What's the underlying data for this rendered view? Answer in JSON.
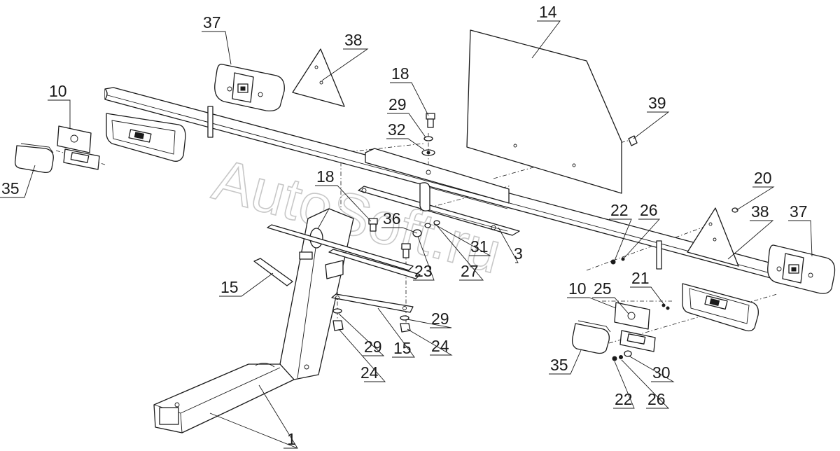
{
  "watermark": "AutoSoft.ru",
  "callouts": {
    "c37a": "37",
    "c38a": "38",
    "c14": "14",
    "c10a": "10",
    "c35a": "35",
    "c18a": "18",
    "c29a": "29",
    "c32": "32",
    "c39": "39",
    "c18b": "18",
    "c36": "36",
    "c31": "31",
    "c3": "3",
    "c23": "23",
    "c27": "27",
    "c15a": "15",
    "c29b": "29",
    "c24a": "24",
    "c15b": "15",
    "c29c": "29",
    "c24b": "24",
    "c20": "20",
    "c22a": "22",
    "c26a": "26",
    "c38b": "38",
    "c37b": "37",
    "c10b": "10",
    "c25": "25",
    "c21": "21",
    "c35b": "35",
    "c30": "30",
    "c22b": "22",
    "c26b": "26",
    "c1": "1"
  }
}
